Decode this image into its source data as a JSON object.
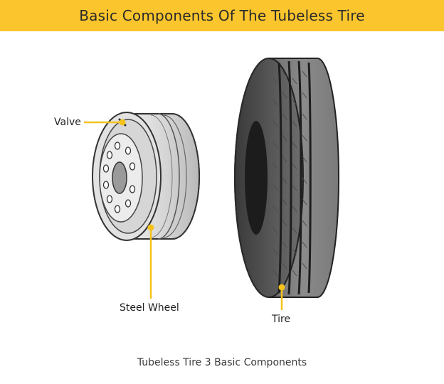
{
  "header": {
    "title": "Basic Components Of The Tubeless Tire"
  },
  "labels": {
    "valve": "Valve",
    "steel_wheel": "Steel Wheel",
    "tire": "Tire"
  },
  "caption": "Tubeless Tire 3 Basic Components",
  "colors": {
    "banner": "#fbc52d",
    "leader": "#f5c21b"
  }
}
